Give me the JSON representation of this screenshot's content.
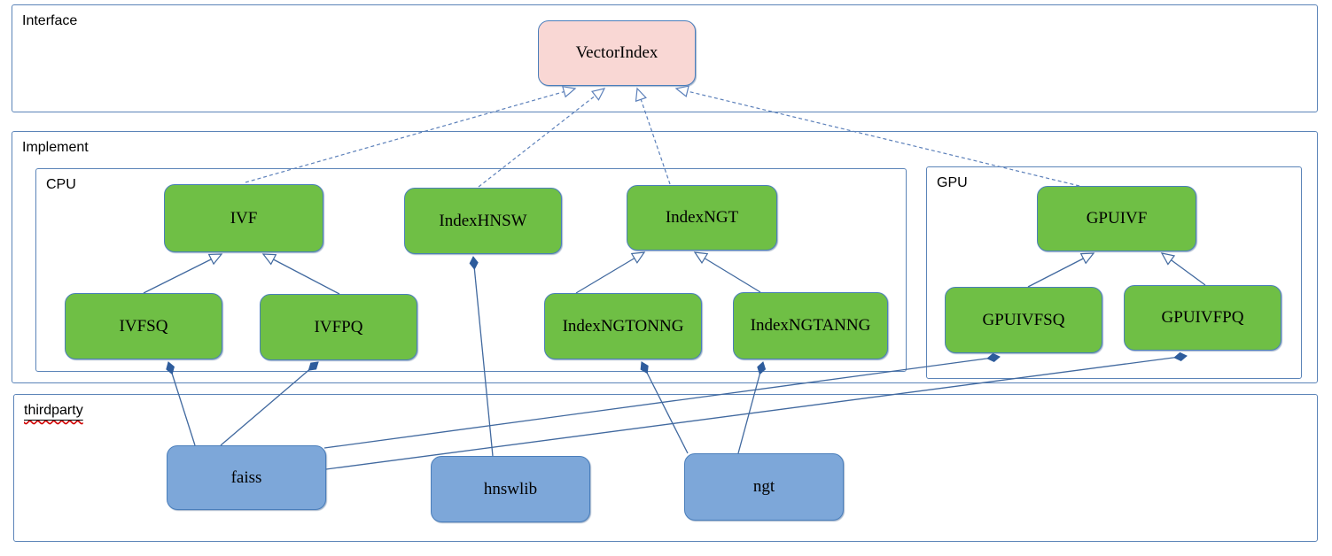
{
  "diagram": {
    "containers": {
      "interface": {
        "label": "Interface"
      },
      "implement": {
        "label": "Implement"
      },
      "cpu": {
        "label": "CPU"
      },
      "gpu": {
        "label": "GPU"
      },
      "thirdparty": {
        "label": "thirdparty"
      }
    },
    "nodes": [
      {
        "id": "VectorIndex",
        "label": "VectorIndex",
        "kind": "interface",
        "container": "interface"
      },
      {
        "id": "IVF",
        "label": "IVF",
        "kind": "implementation",
        "container": "cpu"
      },
      {
        "id": "IndexHNSW",
        "label": "IndexHNSW",
        "kind": "implementation",
        "container": "cpu"
      },
      {
        "id": "IndexNGT",
        "label": "IndexNGT",
        "kind": "implementation",
        "container": "cpu"
      },
      {
        "id": "IVFSQ",
        "label": "IVFSQ",
        "kind": "implementation",
        "container": "cpu"
      },
      {
        "id": "IVFPQ",
        "label": "IVFPQ",
        "kind": "implementation",
        "container": "cpu"
      },
      {
        "id": "IndexNGTONNG",
        "label": "IndexNGTONNG",
        "kind": "implementation",
        "container": "cpu"
      },
      {
        "id": "IndexNGTANNG",
        "label": "IndexNGTANNG",
        "kind": "implementation",
        "container": "cpu"
      },
      {
        "id": "GPUIVF",
        "label": "GPUIVF",
        "kind": "implementation",
        "container": "gpu"
      },
      {
        "id": "GPUIVFSQ",
        "label": "GPUIVFSQ",
        "kind": "implementation",
        "container": "gpu"
      },
      {
        "id": "GPUIVFPQ",
        "label": "GPUIVFPQ",
        "kind": "implementation",
        "container": "gpu"
      },
      {
        "id": "faiss",
        "label": "faiss",
        "kind": "thirdparty",
        "container": "thirdparty"
      },
      {
        "id": "hnswlib",
        "label": "hnswlib",
        "kind": "thirdparty",
        "container": "thirdparty"
      },
      {
        "id": "ngt",
        "label": "ngt",
        "kind": "thirdparty",
        "container": "thirdparty"
      }
    ],
    "edges": [
      {
        "from": "IVF",
        "to": "VectorIndex",
        "type": "realization"
      },
      {
        "from": "IndexHNSW",
        "to": "VectorIndex",
        "type": "realization"
      },
      {
        "from": "IndexNGT",
        "to": "VectorIndex",
        "type": "realization"
      },
      {
        "from": "GPUIVF",
        "to": "VectorIndex",
        "type": "realization"
      },
      {
        "from": "IVFSQ",
        "to": "IVF",
        "type": "inheritance"
      },
      {
        "from": "IVFPQ",
        "to": "IVF",
        "type": "inheritance"
      },
      {
        "from": "IndexNGTONNG",
        "to": "IndexNGT",
        "type": "inheritance"
      },
      {
        "from": "IndexNGTANNG",
        "to": "IndexNGT",
        "type": "inheritance"
      },
      {
        "from": "GPUIVFSQ",
        "to": "GPUIVF",
        "type": "inheritance"
      },
      {
        "from": "GPUIVFPQ",
        "to": "GPUIVF",
        "type": "inheritance"
      },
      {
        "from": "faiss",
        "to": "IVFSQ",
        "type": "composition"
      },
      {
        "from": "faiss",
        "to": "IVFPQ",
        "type": "composition"
      },
      {
        "from": "faiss",
        "to": "GPUIVFSQ",
        "type": "composition"
      },
      {
        "from": "faiss",
        "to": "GPUIVFPQ",
        "type": "composition"
      },
      {
        "from": "hnswlib",
        "to": "IndexHNSW",
        "type": "composition"
      },
      {
        "from": "ngt",
        "to": "IndexNGTONNG",
        "type": "composition"
      },
      {
        "from": "ngt",
        "to": "IndexNGTANNG",
        "type": "composition"
      }
    ],
    "colors": {
      "interface_fill": "#f9d7d4",
      "implementation_fill": "#6fbf45",
      "thirdparty_fill": "#7da7d9",
      "node_border": "#4a7ebb",
      "container_border": "#5b84b8",
      "connector": "#41699f",
      "connector_dashed": "#5c80ba",
      "diamond_fill": "#2e5c9c",
      "spellcheck_underline": "#d00000",
      "text": "#000000"
    }
  }
}
